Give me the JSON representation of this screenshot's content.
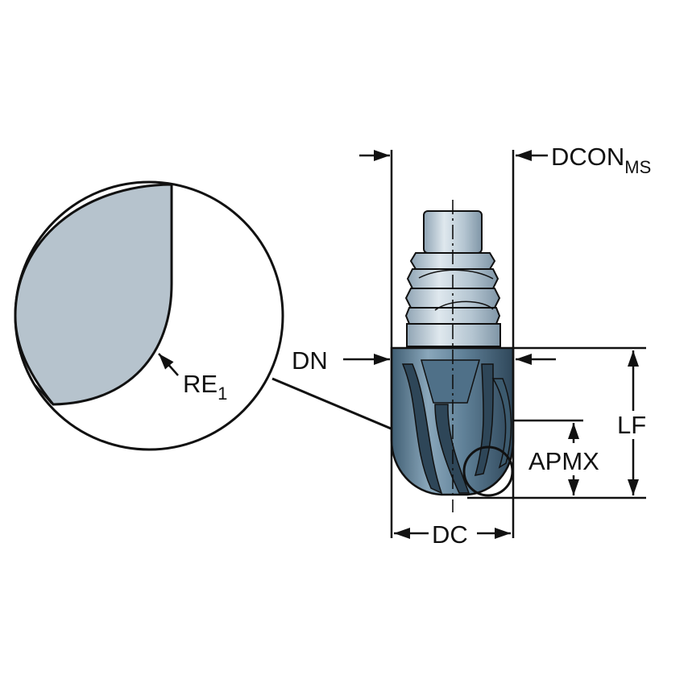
{
  "diagram": {
    "type": "technical drawing - ball nose milling head dimensions",
    "labels": {
      "dcon_main": "DCON",
      "dcon_sub": "MS",
      "dn": "DN",
      "re_main": "RE",
      "re_sub": "1",
      "lf": "LF",
      "apmx": "APMX",
      "dc": "DC"
    },
    "colors": {
      "line": "#111111",
      "steel": "#b9c9d4",
      "steel_dark": "#7d93a3",
      "coating": "#5f8097",
      "coating_dark": "#31495b",
      "detail_fill": "#b6c3cd"
    }
  }
}
